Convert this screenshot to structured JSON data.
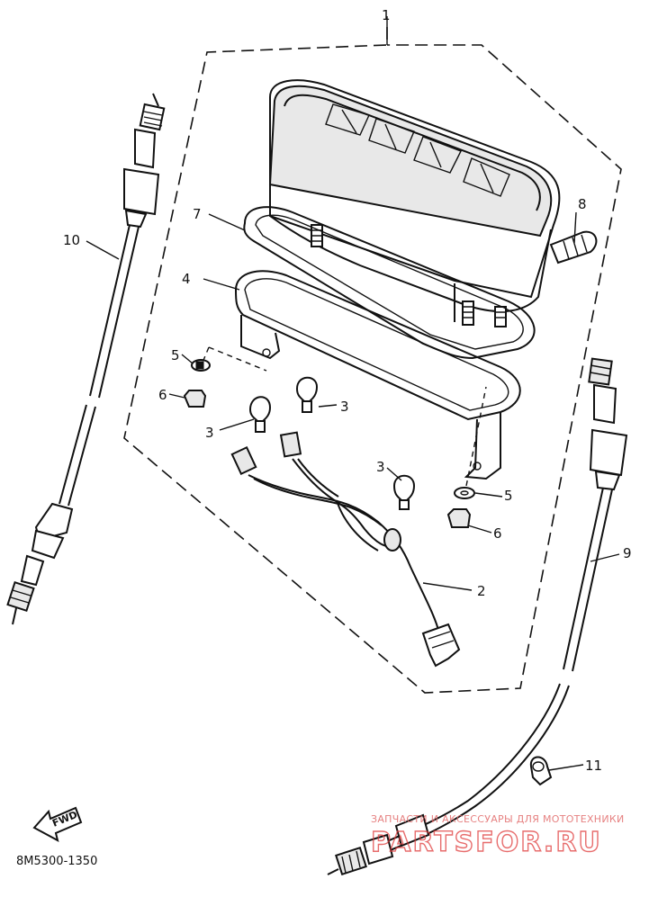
{
  "labels": {
    "p1": "1",
    "p2": "2",
    "p3a": "3",
    "p3b": "3",
    "p3c": "3",
    "p4": "4",
    "p5a": "5",
    "p5b": "5",
    "p6a": "6",
    "p6b": "6",
    "p7": "7",
    "p8": "8",
    "p9": "9",
    "p10": "10",
    "p11": "11"
  },
  "part_code": "8M5300-1350",
  "fwd_label": "FWD",
  "watermark": {
    "caption": "ЗАПЧАСТИ И АКСЕССУАРЫ ДЛЯ МОТОТЕХНИКИ",
    "logo": "PARTSFOR.RU"
  }
}
